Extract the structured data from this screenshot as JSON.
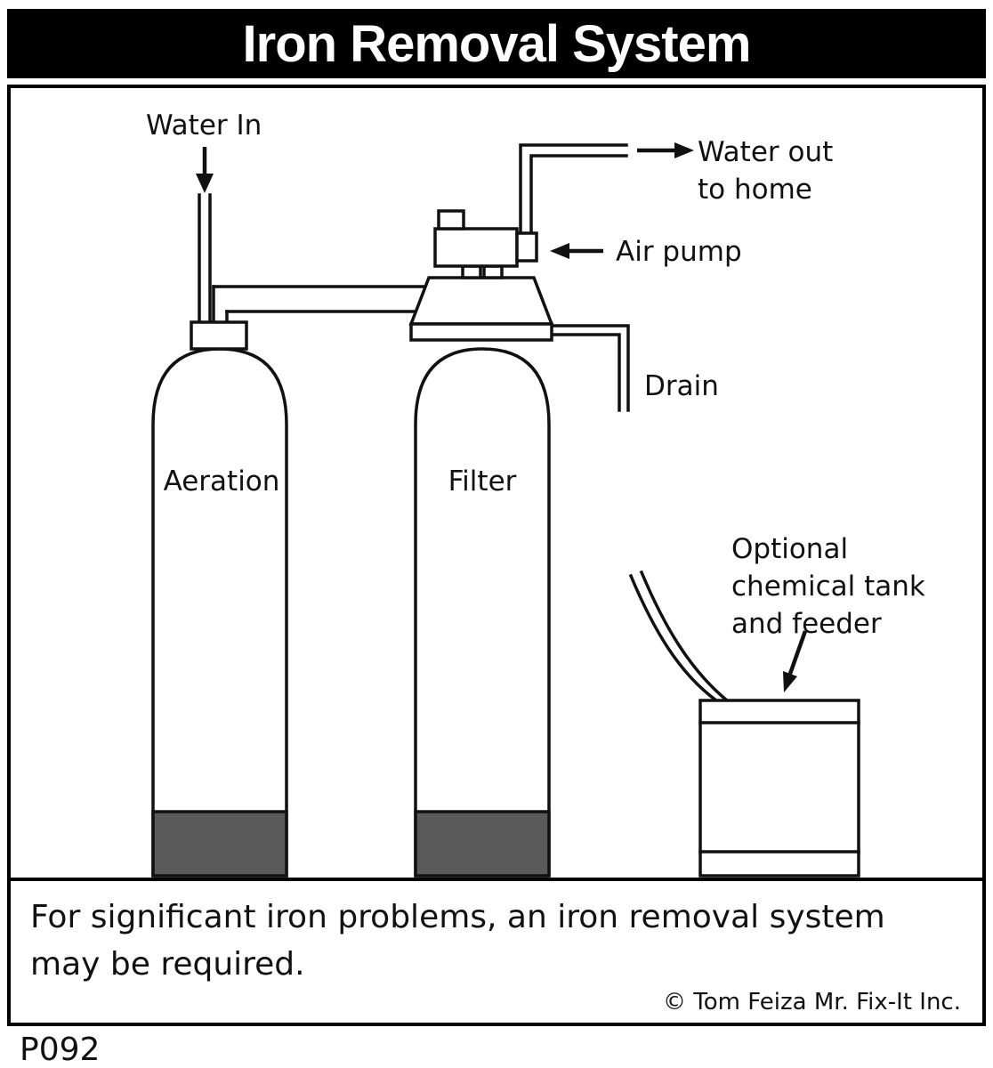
{
  "title": "Iron Removal System",
  "diagram": {
    "labels": {
      "water_in": "Water In",
      "water_out_line1": "Water out",
      "water_out_line2": "to home",
      "air_pump": "Air pump",
      "drain": "Drain",
      "aeration_tank": "Aeration",
      "filter_tank": "Filter",
      "chemical_line1": "Optional",
      "chemical_line2": "chemical tank",
      "chemical_line3": "and feeder"
    },
    "colors": {
      "line": "#111111",
      "tank_base": "#5a5a5a"
    }
  },
  "caption": {
    "line1": "For significant iron problems, an iron removal system",
    "line2": "may be required.",
    "credit": "© Tom Feiza Mr. Fix-It Inc."
  },
  "page_code": "P092",
  "colors": {
    "title_bg": "#000000",
    "title_text": "#ffffff"
  }
}
